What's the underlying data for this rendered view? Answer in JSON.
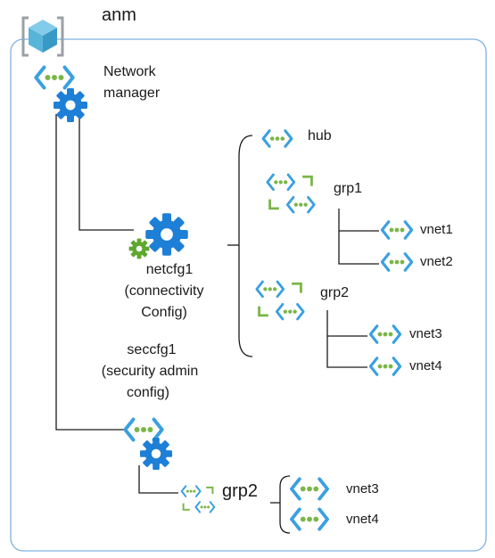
{
  "scope": {
    "label": "anm"
  },
  "network_manager": {
    "label_line1": "Network",
    "label_line2": "manager"
  },
  "connectivity_config": {
    "line1": "netcfg1",
    "line2": "(connectivity",
    "line3": "Config)",
    "hub": "hub",
    "groups": [
      {
        "name": "grp1",
        "vnets": [
          "vnet1",
          "vnet2"
        ]
      },
      {
        "name": "grp2",
        "vnets": [
          "vnet3",
          "vnet4"
        ]
      }
    ]
  },
  "security_config": {
    "line1": "seccfg1",
    "line2": "(security admin",
    "line3": "config)",
    "group": {
      "name": "grp2",
      "vnets": [
        "vnet3",
        "vnet4"
      ]
    }
  },
  "icons": {
    "scope": "resource-cube-icon",
    "network_manager": "virtual-network-icon",
    "config": "gear-icon",
    "group": "network-group-icon",
    "vnet": "virtual-network-icon"
  },
  "colors": {
    "line": "#1a1a1a",
    "scope_border": "#7fb0e0",
    "vnet_blue": "#3aa0e0",
    "vnet_green": "#7ab648",
    "gear_blue": "#1e7fd6",
    "gear_green": "#5ea82e",
    "cube": "#59b4d9"
  }
}
